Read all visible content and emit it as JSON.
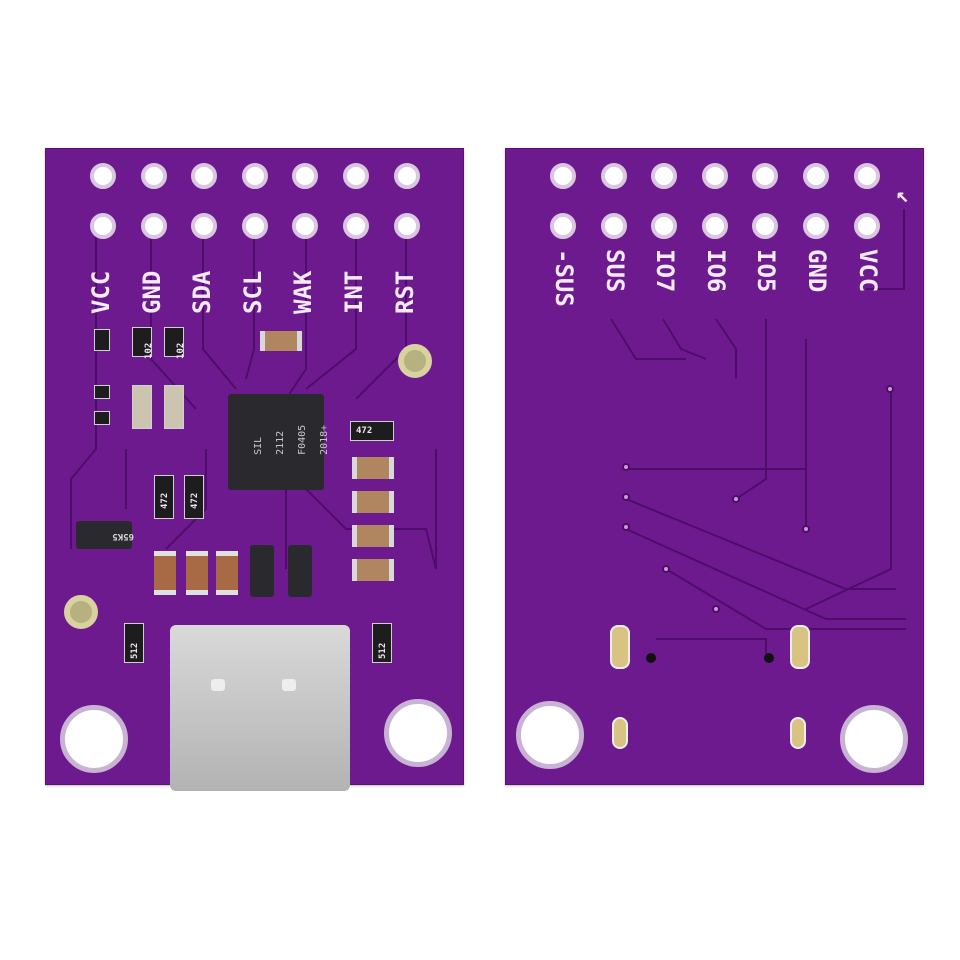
{
  "front": {
    "pin_labels": [
      "VCC",
      "GND",
      "SDA",
      "SCL",
      "WAK",
      "INT",
      "RST"
    ],
    "chip_marking": [
      "SIL",
      "2112",
      "F0405",
      "2018+"
    ],
    "resistor_marks": [
      "102",
      "102",
      "472",
      "472",
      "472",
      "65K5",
      "512",
      "512"
    ]
  },
  "back": {
    "pin_labels": [
      "-SUS",
      "SUS",
      "IO7",
      "IO6",
      "IO5",
      "GND",
      "VCC"
    ]
  },
  "colors": {
    "pcb": "#6e1a8f",
    "silk": "#f4eaf8",
    "background": "#ffffff"
  }
}
